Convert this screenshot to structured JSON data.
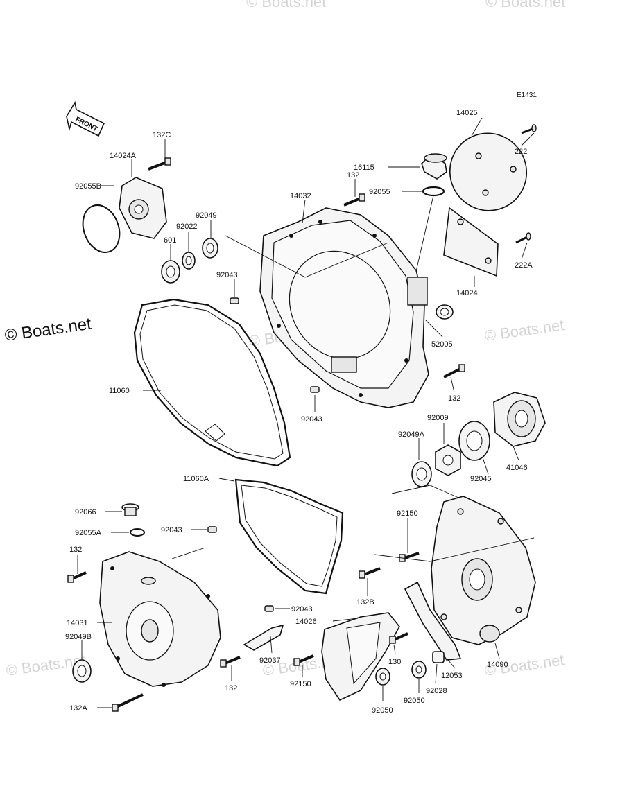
{
  "diagram": {
    "code": "E1431",
    "direction_label": "FRONT",
    "watermark": "© Boats.net",
    "watermark_main": "© Boats.net",
    "parts": {
      "p14025": "14025",
      "p222": "222",
      "p222A": "222A",
      "p16115": "16115",
      "p92055": "92055",
      "p132_top": "132",
      "p14032": "14032",
      "p14024": "14024",
      "p52005": "52005",
      "p132_mid": "132",
      "p132C": "132C",
      "p14024A": "14024A",
      "p92055B": "92055B",
      "p92049": "92049",
      "p92022": "92022",
      "p601": "601",
      "p92043_a": "92043",
      "p11060": "11060",
      "p92043_b": "92043",
      "p92009": "92009",
      "p92049A": "92049A",
      "p41046": "41046",
      "p92045": "92045",
      "p11060A": "11060A",
      "p92066": "92066",
      "p92043_c": "92043",
      "p92055A": "92055A",
      "p132_left": "132",
      "p92150_a": "92150",
      "p14031": "14031",
      "p132B": "132B",
      "p92043_d": "92043",
      "p14026": "14026",
      "p92049B": "92049B",
      "p92037": "92037",
      "p130": "130",
      "p14090": "14090",
      "p12053": "12053",
      "p132_bot": "132",
      "p92150_b": "92150",
      "p92028": "92028",
      "p92050_a": "92050",
      "p92050_b": "92050",
      "p132A": "132A"
    }
  }
}
